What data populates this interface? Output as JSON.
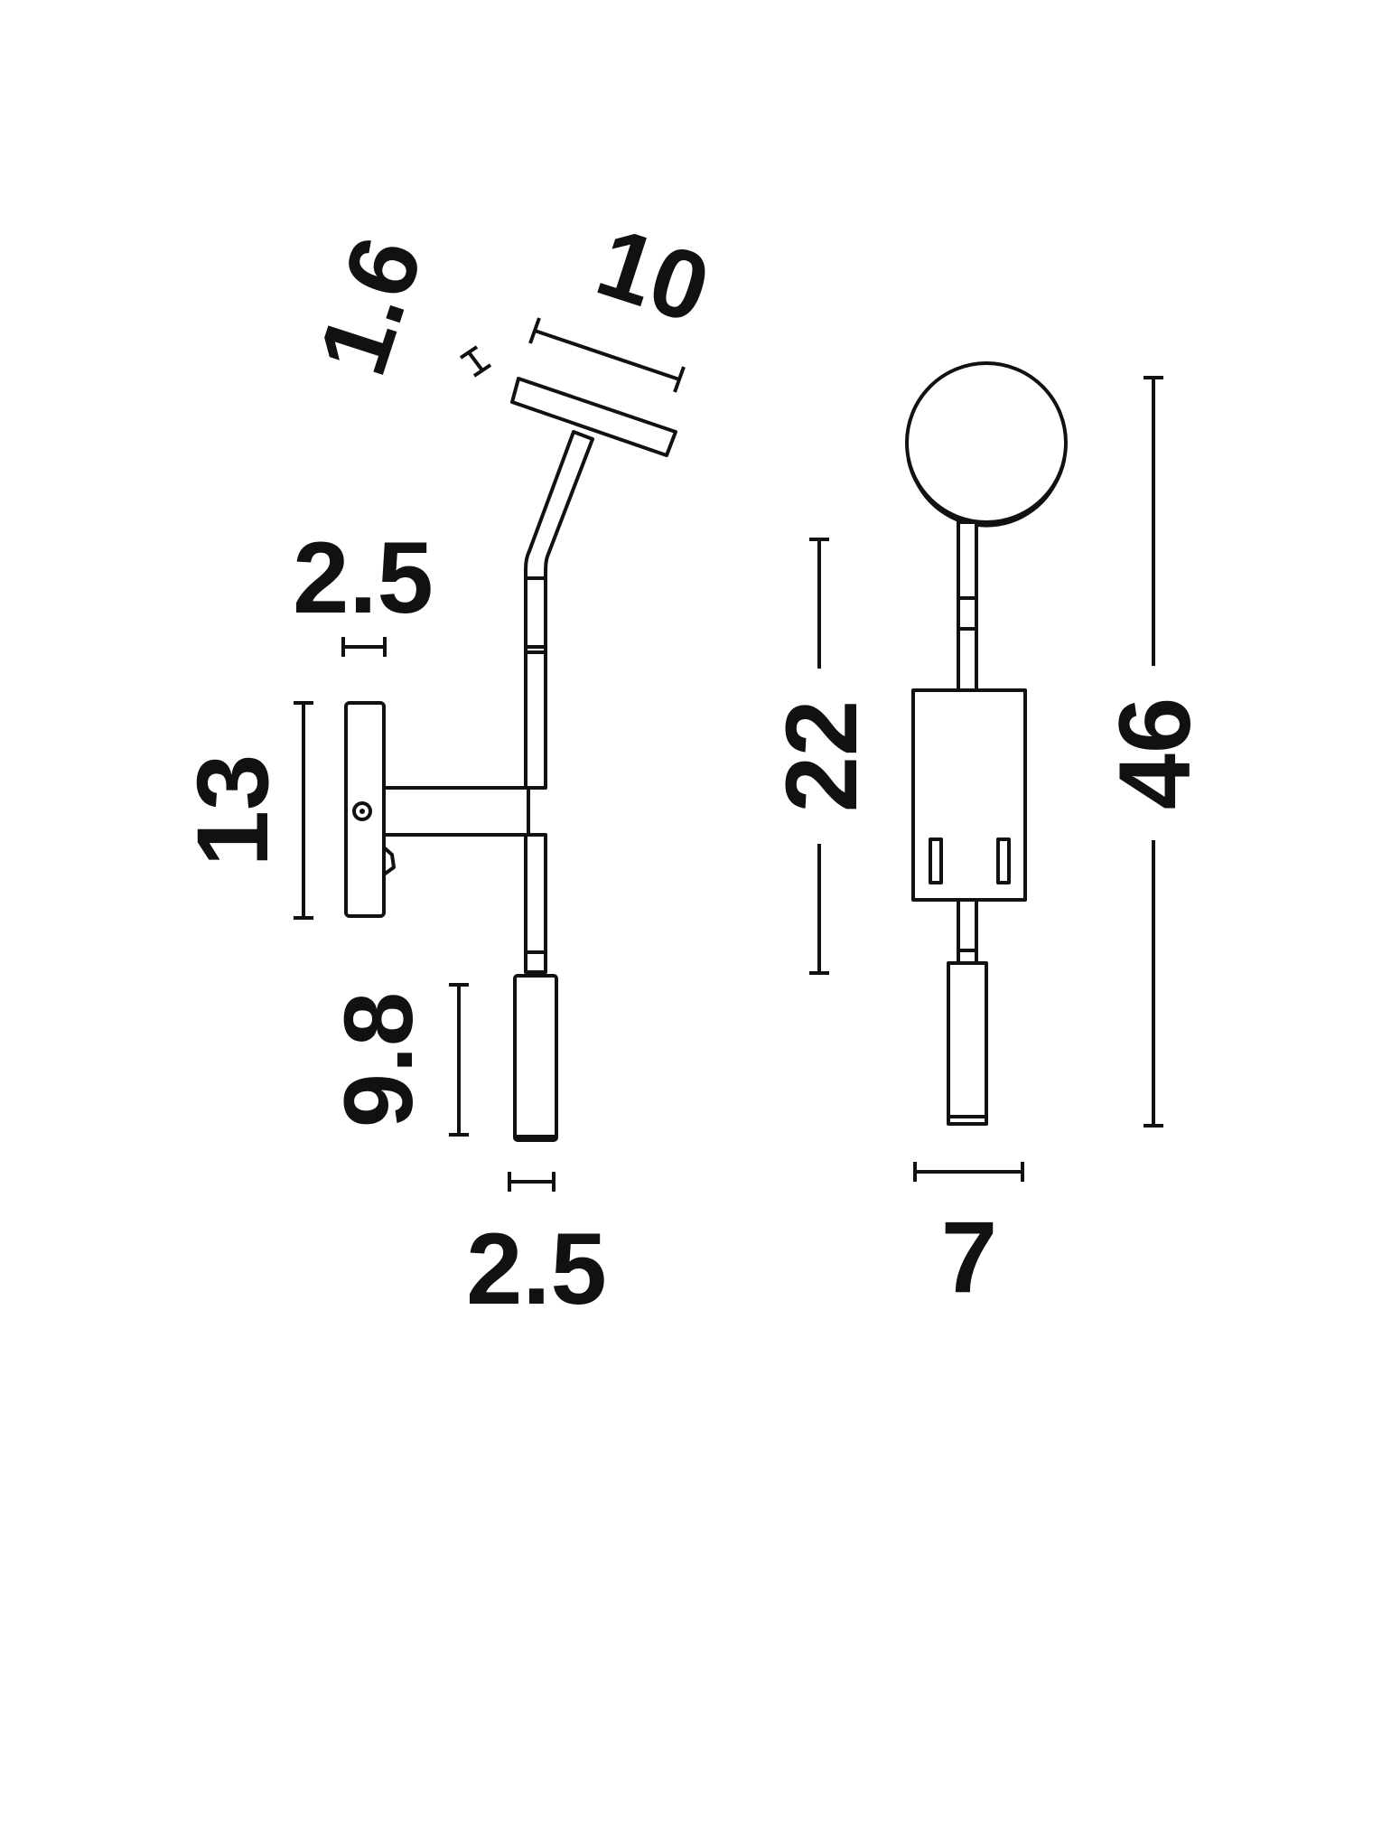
{
  "diagram": {
    "colors": {
      "line": "#111111",
      "background": "#ffffff"
    },
    "side_view": {
      "labels": {
        "head_thickness": "1.6",
        "head_width": "10",
        "base_depth": "2.5",
        "base_height": "13",
        "reading_light_length": "9.8",
        "reading_light_width": "2.5"
      }
    },
    "front_view": {
      "labels": {
        "arm_length": "22",
        "total_height": "46",
        "width": "7"
      }
    }
  }
}
